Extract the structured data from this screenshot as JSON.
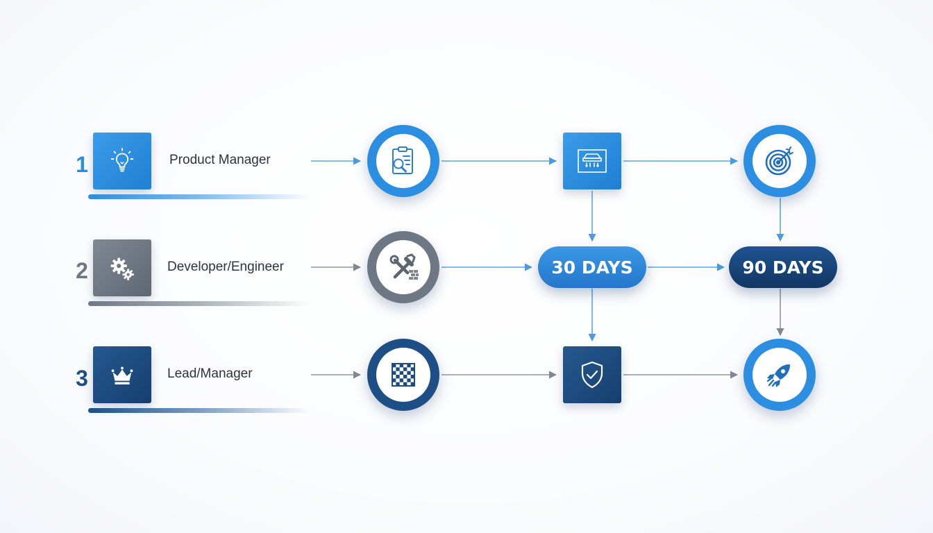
{
  "rows": [
    {
      "number": "1",
      "role": "Product Manager"
    },
    {
      "number": "2",
      "role": "Developer/Engineer"
    },
    {
      "number": "3",
      "role": "Lead/Manager"
    }
  ],
  "milestones": {
    "day30": "30 DAYS",
    "day90": "90 DAYS"
  },
  "icons": {
    "row1": [
      "lightbulb-icon",
      "clipboard-search-icon",
      "blueprint-icon",
      "target-icon"
    ],
    "row2": [
      "gears-icon",
      "tools-icon"
    ],
    "row3": [
      "crown-icon",
      "checkerboard-icon",
      "shield-check-icon",
      "rocket-icon"
    ]
  },
  "colors": {
    "row1_blue": "#2b8ee0",
    "row2_gray": "#6e7884",
    "row3_navy": "#1d4f86",
    "pill_30": "#2f86d6",
    "pill_90": "#163f70",
    "arrow_blue": "#5aa6e6",
    "arrow_gray": "#8c96a3"
  }
}
